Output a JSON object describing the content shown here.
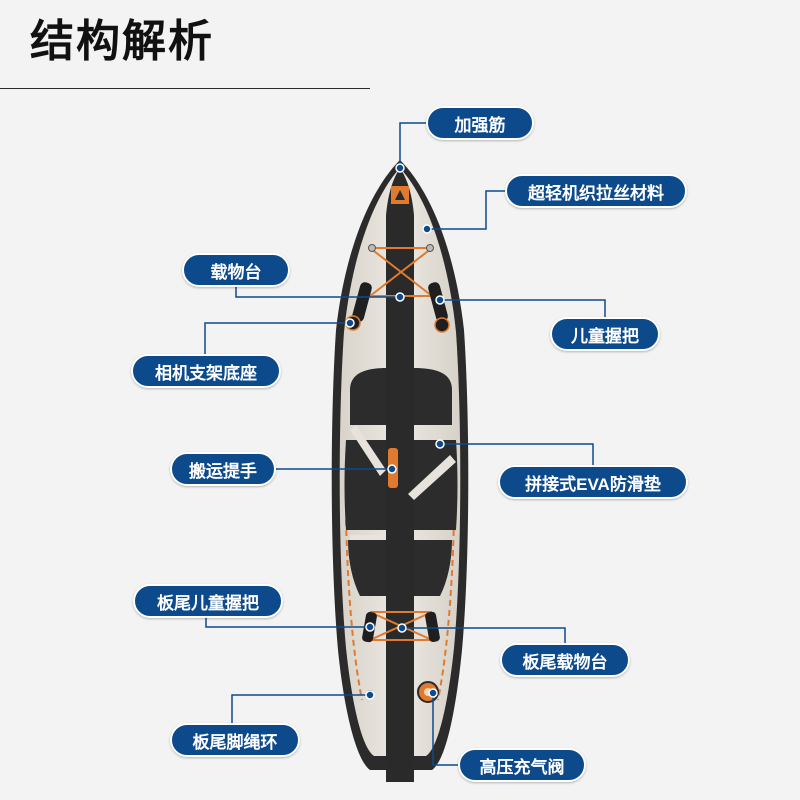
{
  "title": "结构解析",
  "colors": {
    "label_bg": "#0c4a8c",
    "leader_line": "#0c4a8c",
    "board_deck": "#e7e3dc",
    "board_rail": "#2b2b2b",
    "traction_pad": "#2c2c2c",
    "accent": "#e07a2e"
  },
  "labels": {
    "reinforcement_rib": "加强筋",
    "ultralight_material": "超轻机织拉丝材料",
    "cargo_rack": "载物台",
    "child_handle": "儿童握把",
    "camera_mount": "相机支架底座",
    "carry_handle": "搬运提手",
    "eva_traction_pad": "拼接式EVA防滑垫",
    "tail_child_handle": "板尾儿童握把",
    "tail_cargo_rack": "板尾载物台",
    "tail_leash_ring": "板尾脚绳环",
    "air_valve": "高压充气阀"
  }
}
